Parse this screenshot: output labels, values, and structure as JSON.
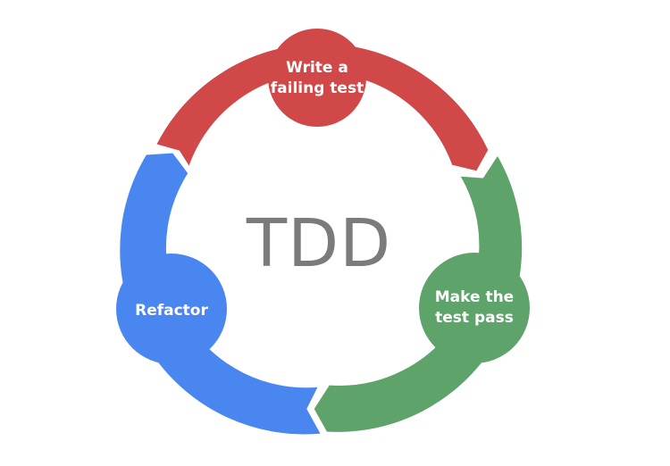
{
  "diagram": {
    "center_label": "TDD",
    "steps": [
      {
        "id": "write",
        "lines": [
          "Write a",
          "failing test"
        ],
        "color": "#d04848"
      },
      {
        "id": "pass",
        "lines": [
          "Make the",
          "test pass"
        ],
        "color": "#5ea36a"
      },
      {
        "id": "refactor",
        "lines": [
          "Refactor"
        ],
        "color": "#4a86f0"
      }
    ]
  }
}
